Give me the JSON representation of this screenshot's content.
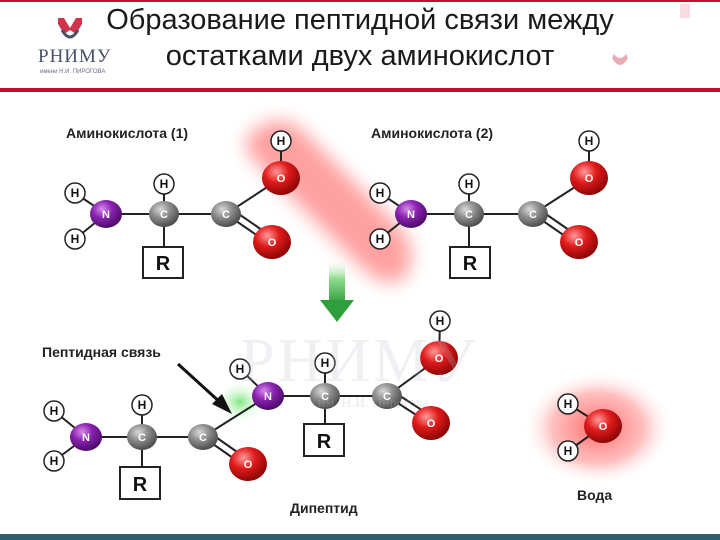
{
  "header": {
    "title_line1": "Образование пептидной связи между",
    "title_line2": "остатками двух аминокислот",
    "logo_text": "РНИМУ",
    "logo_subtitle": "имени Н.И. ПИРОГОВА"
  },
  "watermark": {
    "text": "РНИМУ",
    "subtitle": "им. Н.И. Пирогова"
  },
  "diagram": {
    "amino_acid_1_label": "Аминокислота (1)",
    "amino_acid_2_label": "Аминокислота (2)",
    "peptide_bond_label": "Пептидная связь",
    "dipeptide_label": "Дипептид",
    "water_label": "Вода",
    "atoms": {
      "hydrogen": "H",
      "nitrogen": "N",
      "carbon": "C",
      "oxygen": "O",
      "radical": "R"
    },
    "colors": {
      "nitrogen": "#7a1fa2",
      "carbon": "#8c8c8c",
      "oxygen": "#d41414",
      "hydrogen_fill": "#ffffff",
      "hydrogen_border": "#1a1a1a",
      "highlight_red": "#ff5a5a",
      "highlight_green": "#7fe67f",
      "arrow_green": "#3eb049",
      "header_bar": "#c8102e",
      "footer_bar": "#2f5f6f"
    }
  }
}
